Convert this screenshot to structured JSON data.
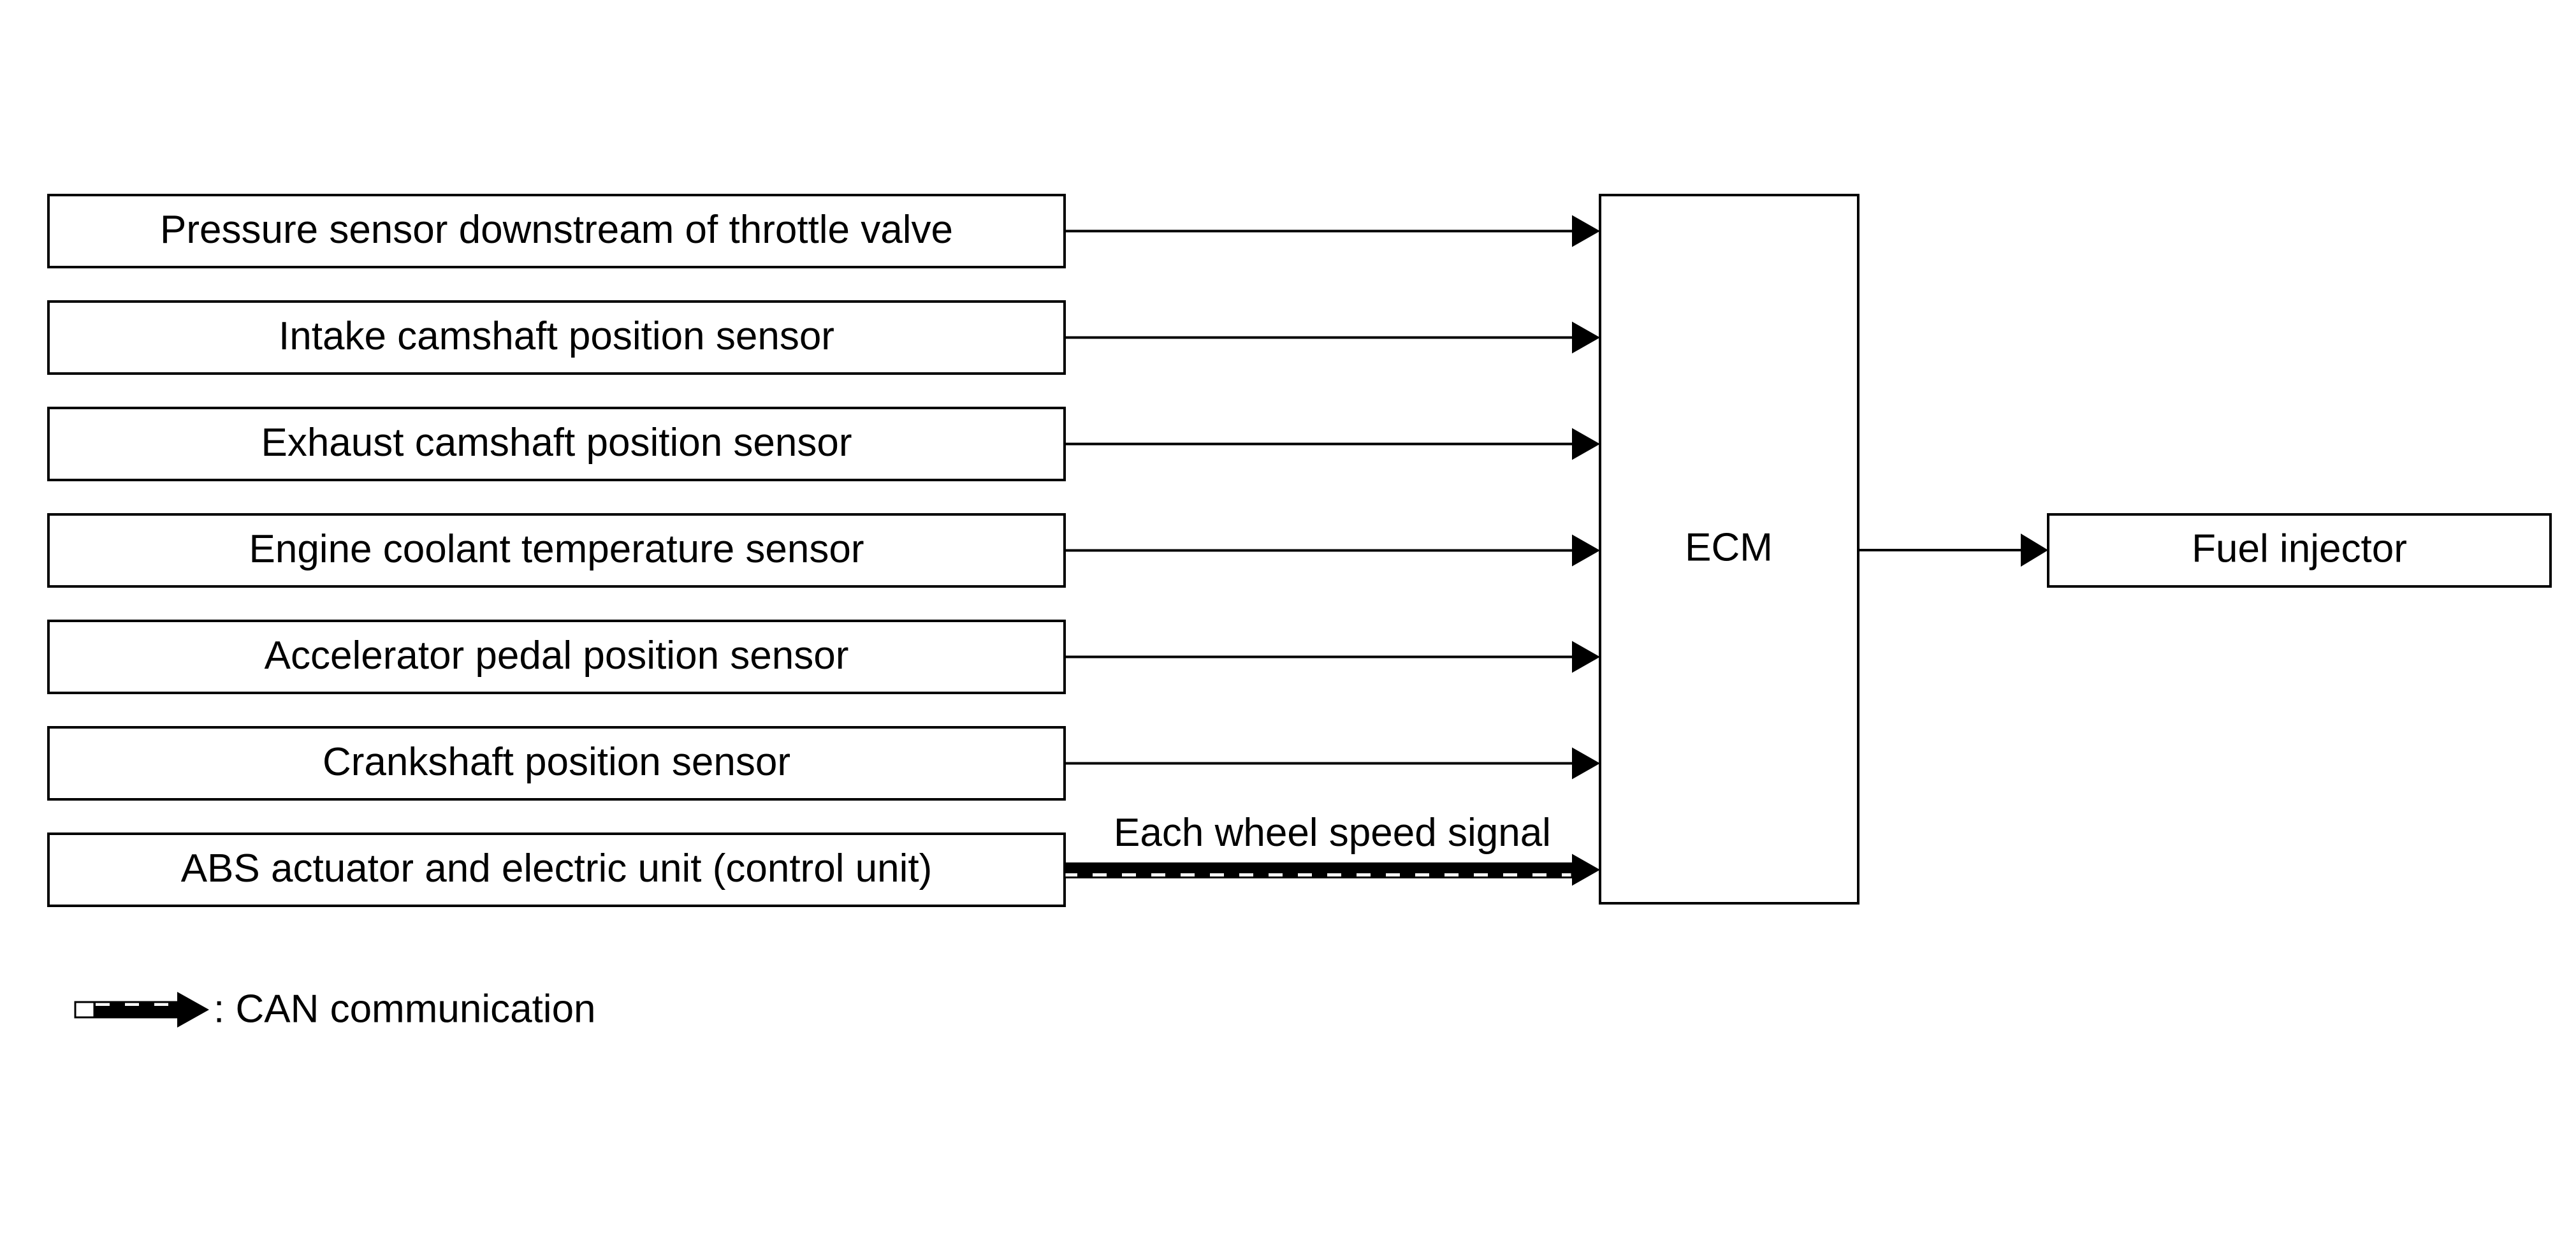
{
  "sensors": [
    {
      "label": "Pressure sensor downstream of throttle valve",
      "link": "hardwire"
    },
    {
      "label": "Intake camshaft position sensor",
      "link": "hardwire"
    },
    {
      "label": "Exhaust camshaft position sensor",
      "link": "hardwire"
    },
    {
      "label": "Engine coolant temperature sensor",
      "link": "hardwire"
    },
    {
      "label": "Accelerator pedal position sensor",
      "link": "hardwire"
    },
    {
      "label": "Crankshaft position sensor",
      "link": "hardwire"
    },
    {
      "label": "ABS actuator and electric unit (control unit)",
      "link": "can",
      "signal_label": "Each wheel speed signal"
    }
  ],
  "controller": {
    "label": "ECM"
  },
  "actuator": {
    "label": "Fuel injector"
  },
  "legend": {
    "can_label": ": CAN communication"
  },
  "colors": {
    "line": "#000000",
    "background": "#ffffff"
  }
}
